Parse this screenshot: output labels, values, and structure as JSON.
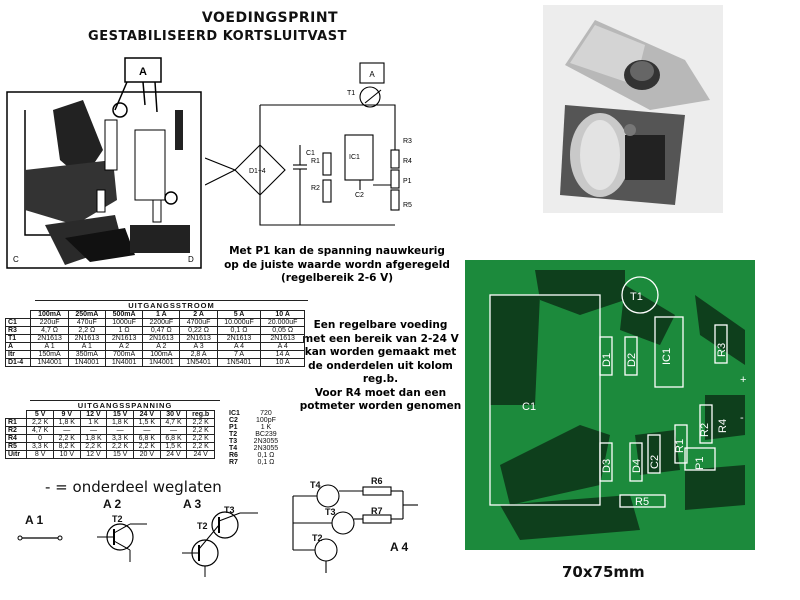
{
  "header": {
    "title": "VOEDINGSPRINT",
    "subtitle": "GESTABILISEERD KORTSLUITVAST"
  },
  "pcb_layout": {
    "label_a": "A",
    "mark_c": "C",
    "mark_d": "D"
  },
  "schematic": {
    "labels": [
      "A",
      "T1",
      "C1",
      "D1÷4",
      "R1",
      "IC1",
      "R2",
      "C2",
      "R3",
      "R4",
      "P1",
      "R5"
    ]
  },
  "note_p1": {
    "lines": [
      "Met P1 kan de spanning nauwkeurig",
      "op de juiste waarde wordn afgeregeld",
      "(regelbereik 2-6 V)"
    ]
  },
  "note_regelbaar": {
    "lines": [
      "Een regelbare voeding",
      "met een bereik van 2-24 V",
      "kan worden gemaakt met",
      "de onderdelen uit kolom",
      "reg.b.",
      "Voor R4 moet dan een",
      "potmeter worden genomen"
    ]
  },
  "table_uitgangsstroom": {
    "title": "UITGANGSSTROOM",
    "headers": [
      "",
      "100mA",
      "250mA",
      "500mA",
      "1 A",
      "2 A",
      "5 A",
      "10 A"
    ],
    "rows": [
      [
        "C1",
        "220uF",
        "470uF",
        "1000uF",
        "2200uF",
        "4700uF",
        "10.000uF",
        "20.000uF"
      ],
      [
        "R3",
        "4,7 Ω",
        "2,2 Ω",
        "1 Ω",
        "0,47 Ω",
        "0,22 Ω",
        "0,1 Ω",
        "0,05 Ω"
      ],
      [
        "T1",
        "2N1613",
        "2N1613",
        "2N1613",
        "2N1613",
        "2N1613",
        "2N1613",
        "2N1613"
      ],
      [
        "A",
        "A 1",
        "A 1",
        "A 2",
        "A 2",
        "A 3",
        "A 4",
        "A 4"
      ],
      [
        "Itr",
        "150mA",
        "350mA",
        "700mA",
        "100mA",
        "2,8 A",
        "7 A",
        "14 A"
      ],
      [
        "D1-4",
        "1N4001",
        "1N4001",
        "1N4001",
        "1N4001",
        "1N5401",
        "1N5401",
        "10 A"
      ]
    ]
  },
  "table_uitgangsspanning": {
    "title": "UITGANGSSPANNING",
    "headers": [
      "",
      "5 V",
      "9 V",
      "12 V",
      "15 V",
      "24 V",
      "30 V",
      "reg.b"
    ],
    "rows": [
      [
        "R1",
        "2,2 K",
        "1,8 K",
        "1 K",
        "1,8 K",
        "1,5 K",
        "4,7 K",
        "2,2 K"
      ],
      [
        "R2",
        "4,7 K",
        "—",
        "—",
        "—",
        "—",
        "—",
        "2,2 K"
      ],
      [
        "R4",
        "0",
        "2,2 K",
        "1,8 K",
        "3,3 K",
        "6,8 K",
        "6,8 K",
        "2,2 K"
      ],
      [
        "R5",
        "3,3 K",
        "8,2 K",
        "2,2 K",
        "2,2 K",
        "2,2 K",
        "1,5 K",
        "2,2 K"
      ],
      [
        "Uitr",
        "8 V",
        "10 V",
        "12 V",
        "15 V",
        "20 V",
        "24 V",
        "24 V"
      ]
    ],
    "side": [
      [
        "IC1",
        "720"
      ],
      [
        "C2",
        "100pF"
      ],
      [
        "P1",
        "1 K"
      ],
      [
        "T2",
        "BC239"
      ],
      [
        "T3",
        "2N3055"
      ],
      [
        "T4",
        "2N3055"
      ],
      [
        "R6",
        "0,1 Ω"
      ],
      [
        "R7",
        "0,1 Ω"
      ]
    ]
  },
  "legend": {
    "text": "- = onderdeel weglaten"
  },
  "variants": {
    "a1": "A 1",
    "a2": "A 2",
    "a3": "A 3",
    "a4": "A 4",
    "t2": "T2",
    "t3": "T3",
    "t4": "T4",
    "r6": "R6",
    "r7": "R7"
  },
  "pcb_board": {
    "labels": [
      "T1",
      "IC1",
      "C1",
      "D1",
      "D2",
      "D3",
      "D4",
      "R1",
      "R2",
      "R3",
      "R4",
      "R5",
      "P1",
      "C2"
    ],
    "dimensions": "70x75mm"
  },
  "colors": {
    "board": "#1c8a3c",
    "trace": "#0e3f1c",
    "silk": "#ffffff"
  }
}
